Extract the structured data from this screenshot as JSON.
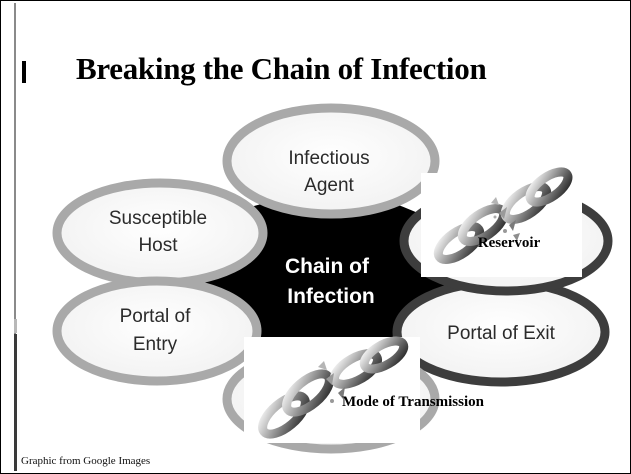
{
  "slide": {
    "title": "Breaking the Chain of Infection",
    "footer": "Graphic from Google Images"
  },
  "diagram": {
    "center": {
      "line1": "Chain of",
      "line2": "Infection"
    },
    "nodes": {
      "infectious_agent": {
        "line1": "Infectious",
        "line2": "Agent"
      },
      "susceptible_host": {
        "line1": "Susceptible",
        "line2": "Host"
      },
      "portal_of_entry": {
        "line1": "Portal of",
        "line2": "Entry"
      },
      "portal_of_exit": {
        "line1": "Portal of Exit"
      },
      "reservoir": {
        "label": "Reservoir"
      },
      "mode_of_transmission": {
        "label": "Mode of Transmission"
      }
    },
    "colors": {
      "ring": "#a9a9a9",
      "ring_dark": "#3d3d3d",
      "center": "#000000",
      "background": "#ffffff"
    },
    "icons": [
      "broken-chain-icon",
      "broken-chain-icon"
    ]
  }
}
